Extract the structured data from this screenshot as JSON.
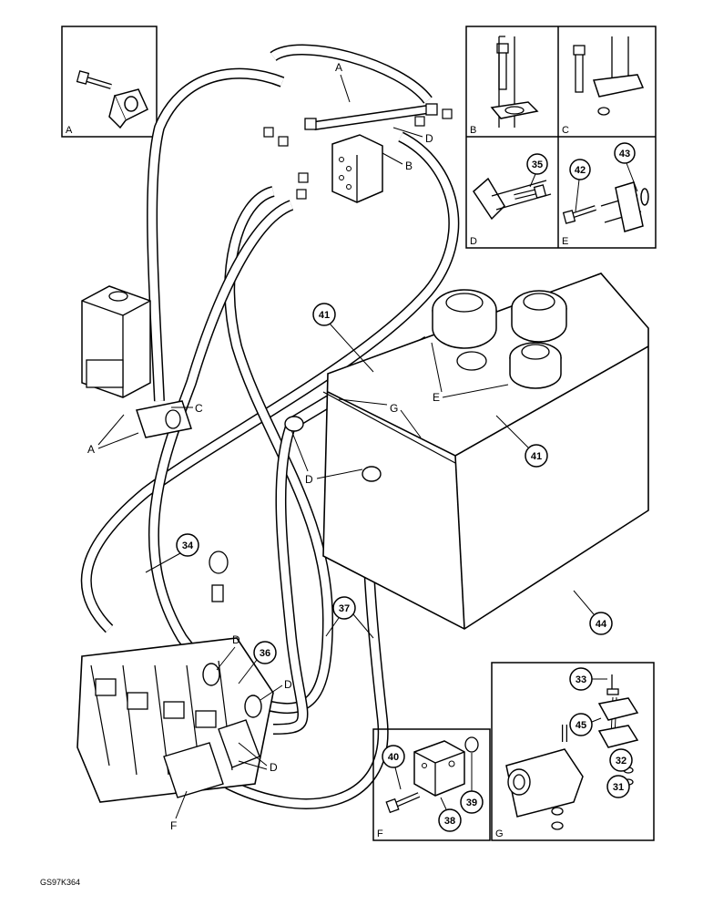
{
  "diagram": {
    "footer_code": "GS97K364",
    "detail_panels": [
      {
        "id": "A",
        "label": "A"
      },
      {
        "id": "B",
        "label": "B"
      },
      {
        "id": "C",
        "label": "C"
      },
      {
        "id": "D",
        "label": "D"
      },
      {
        "id": "E",
        "label": "E"
      },
      {
        "id": "F",
        "label": "F"
      },
      {
        "id": "G",
        "label": "G"
      }
    ],
    "part_numbers": [
      "31",
      "32",
      "33",
      "34",
      "35",
      "36",
      "37",
      "38",
      "39",
      "40",
      "41",
      "42",
      "43",
      "44",
      "45"
    ],
    "callouts": {
      "p31": "31",
      "p32": "32",
      "p33": "33",
      "p34": "34",
      "p35": "35",
      "p36": "36",
      "p37": "37",
      "p38": "38",
      "p39": "39",
      "p40": "40",
      "p41a": "41",
      "p41b": "41",
      "p42": "42",
      "p43": "43",
      "p44": "44",
      "p45": "45"
    },
    "letters": {
      "A_top": "A",
      "A_left": "A",
      "B_valve": "B",
      "C_valve": "C",
      "D_top": "D",
      "D_tank": "D",
      "D_v1": "D",
      "D_v2": "D",
      "D_v3": "D",
      "E_tank": "E",
      "F_valve": "F",
      "G_tank": "G"
    }
  }
}
